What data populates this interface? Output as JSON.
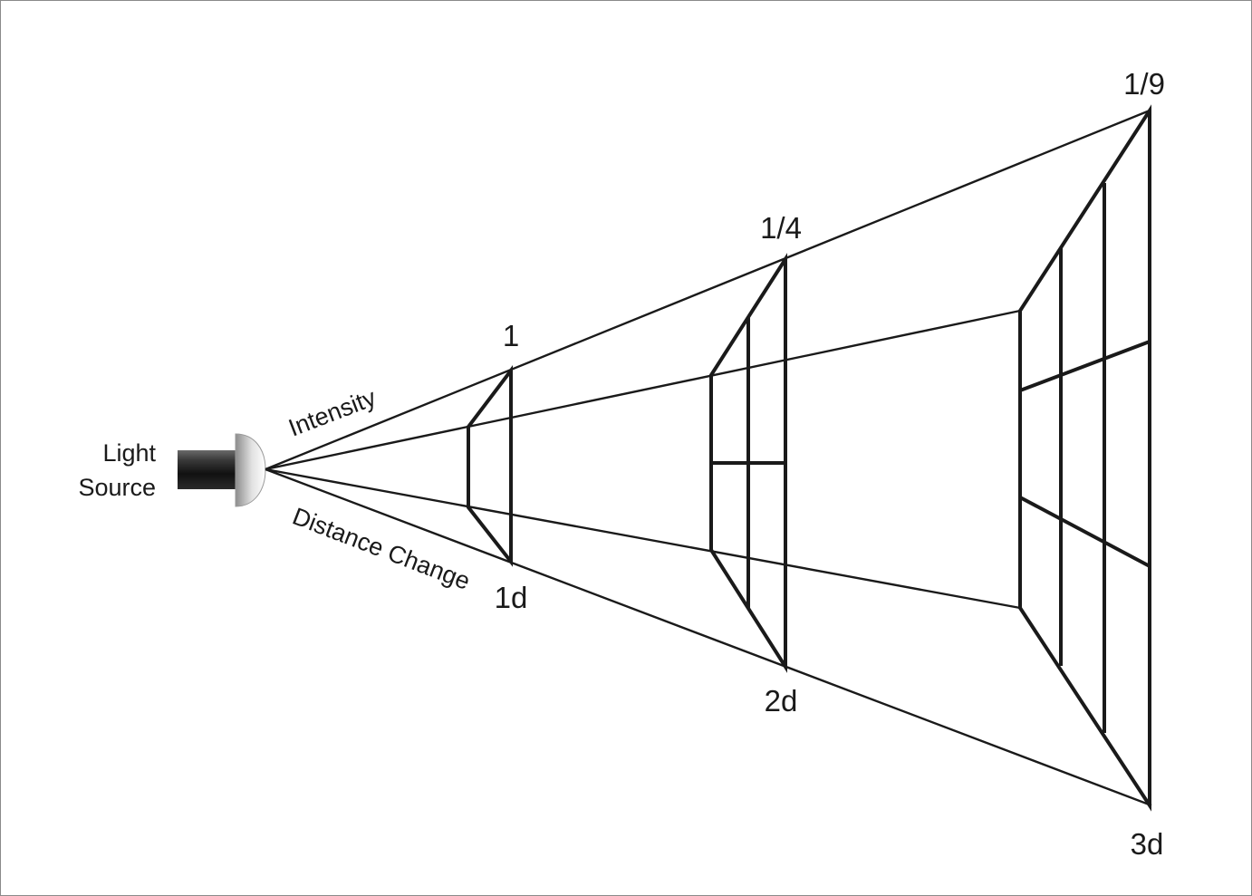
{
  "light_source": {
    "label_line1": "Light",
    "label_line2": "Source"
  },
  "beam_labels": {
    "intensity": "Intensity",
    "distance_change": "Distance Change"
  },
  "stations": [
    {
      "intensity": "1",
      "distance": "1d"
    },
    {
      "intensity": "1/4",
      "distance": "2d"
    },
    {
      "intensity": "1/9",
      "distance": "3d"
    }
  ]
}
